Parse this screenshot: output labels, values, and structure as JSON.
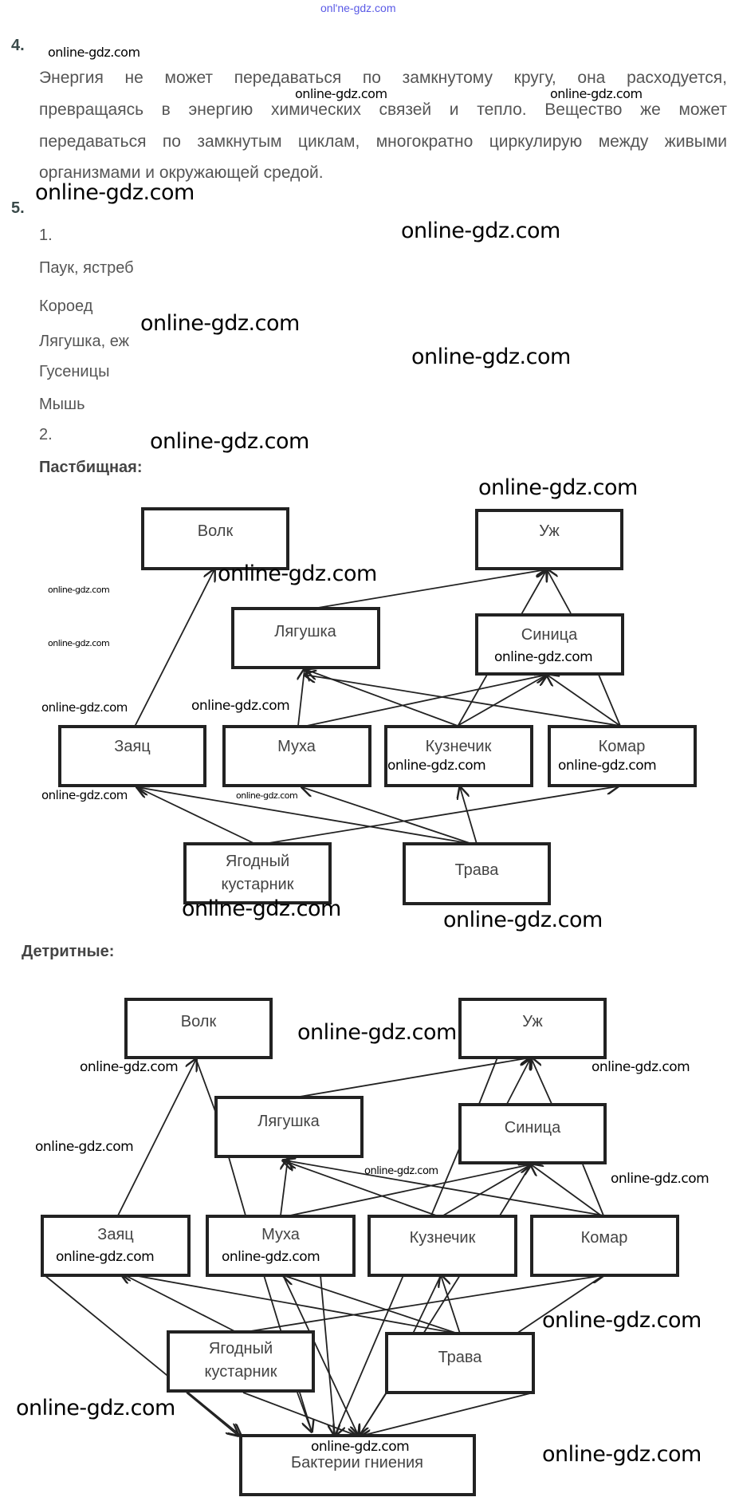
{
  "header_watermark": "onl'ne-gdz.com",
  "watermark": "online-gdz.com",
  "task4": {
    "number": "4.",
    "lines": [
      "Энергия не может передаваться по замкнутому кругу, она расходуется,",
      "превращаясь в энергию химических связей и тепло. Вещество же может",
      "передаваться по замкнутым циклам, многократно циркулирую между живыми",
      "организмами и окружающей средой."
    ]
  },
  "task5": {
    "number": "5.",
    "part1_label": "1.",
    "part1_items": [
      "Паук, ястреб",
      "Короед",
      "Лягушка, еж",
      "Гусеницы",
      "Мышь"
    ],
    "part2_label": "2.",
    "grazing_heading": "Пастбищная:",
    "detrital_heading": "Детритные:"
  },
  "grazing_chain": {
    "nodes": {
      "wolf": "Волк",
      "grass_snake": "Уж",
      "frog": "Лягушка",
      "tit": "Синица",
      "hare": "Заяц",
      "fly": "Муха",
      "grasshopper": "Кузнечик",
      "mosquito": "Комар",
      "berry_bush": [
        "Ягодный",
        "кустарник"
      ],
      "grass": "Трава"
    }
  },
  "detrital_chain": {
    "nodes": {
      "wolf": "Волк",
      "grass_snake": "Уж",
      "frog": "Лягушка",
      "tit": "Синица",
      "hare": "Заяц",
      "fly": "Муха",
      "grasshopper": "Кузнечик",
      "mosquito": "Комар",
      "berry_bush": [
        "Ягодный",
        "кустарник"
      ],
      "grass": "Трава",
      "decay_bacteria": "Бактерии гниения"
    }
  }
}
